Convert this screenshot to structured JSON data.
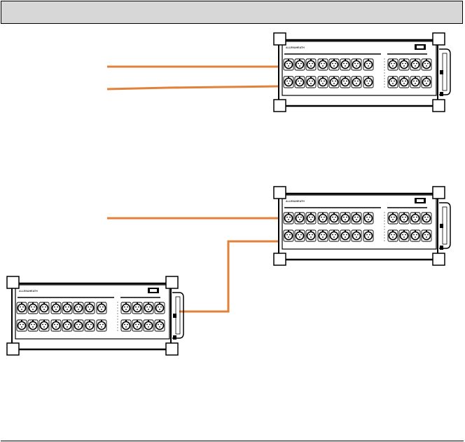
{
  "header": {
    "title": ""
  },
  "device": {
    "model_name": "ALLEN&HEATH",
    "panel_type": "audio stagebox rack",
    "xlr_inputs_per_unit": 16,
    "xlr_outputs_per_unit": 8,
    "unit_count": 3
  },
  "colors": {
    "cable": "#e2823a",
    "outline": "#000000",
    "header_bg": "#d7d7d7",
    "connector_fill": "#ffffff"
  },
  "cables": [
    {
      "id": "cable-unit1-top",
      "label": ""
    },
    {
      "id": "cable-unit1-bottom",
      "label": ""
    },
    {
      "id": "cable-unit2-top",
      "label": ""
    },
    {
      "id": "cable-unit2-to-unit3",
      "label": ""
    }
  ]
}
